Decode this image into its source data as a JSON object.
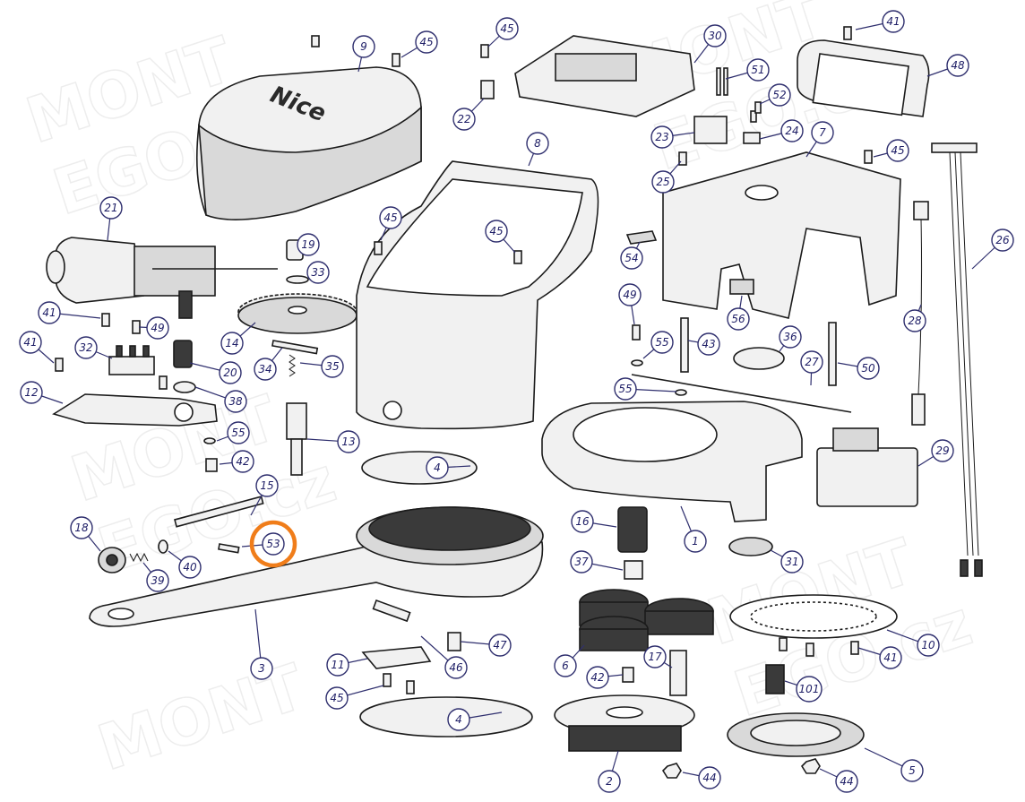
{
  "watermark": {
    "text_line1": "MONT",
    "text_line2": "EGO.cz"
  },
  "brand_label": "Nice",
  "highlight": {
    "part_number": "53",
    "color": "#f07d1a"
  },
  "callouts": [
    {
      "num": "1"
    },
    {
      "num": "2"
    },
    {
      "num": "3"
    },
    {
      "num": "4"
    },
    {
      "num": "4"
    },
    {
      "num": "5"
    },
    {
      "num": "6"
    },
    {
      "num": "7"
    },
    {
      "num": "8"
    },
    {
      "num": "9"
    },
    {
      "num": "10"
    },
    {
      "num": "11"
    },
    {
      "num": "12"
    },
    {
      "num": "13"
    },
    {
      "num": "14"
    },
    {
      "num": "15"
    },
    {
      "num": "16"
    },
    {
      "num": "17"
    },
    {
      "num": "18"
    },
    {
      "num": "19"
    },
    {
      "num": "20"
    },
    {
      "num": "21"
    },
    {
      "num": "22"
    },
    {
      "num": "23"
    },
    {
      "num": "24"
    },
    {
      "num": "25"
    },
    {
      "num": "26"
    },
    {
      "num": "27"
    },
    {
      "num": "28"
    },
    {
      "num": "29"
    },
    {
      "num": "30"
    },
    {
      "num": "31"
    },
    {
      "num": "32"
    },
    {
      "num": "33"
    },
    {
      "num": "34"
    },
    {
      "num": "35"
    },
    {
      "num": "36"
    },
    {
      "num": "37"
    },
    {
      "num": "38"
    },
    {
      "num": "39"
    },
    {
      "num": "40"
    },
    {
      "num": "41"
    },
    {
      "num": "41"
    },
    {
      "num": "41"
    },
    {
      "num": "41"
    },
    {
      "num": "42"
    },
    {
      "num": "42"
    },
    {
      "num": "43"
    },
    {
      "num": "44"
    },
    {
      "num": "44"
    },
    {
      "num": "45"
    },
    {
      "num": "45"
    },
    {
      "num": "45"
    },
    {
      "num": "45"
    },
    {
      "num": "45"
    },
    {
      "num": "45"
    },
    {
      "num": "46"
    },
    {
      "num": "47"
    },
    {
      "num": "48"
    },
    {
      "num": "49"
    },
    {
      "num": "49"
    },
    {
      "num": "50"
    },
    {
      "num": "51"
    },
    {
      "num": "52"
    },
    {
      "num": "53"
    },
    {
      "num": "54"
    },
    {
      "num": "55"
    },
    {
      "num": "55"
    },
    {
      "num": "55"
    },
    {
      "num": "56"
    },
    {
      "num": "101"
    }
  ]
}
